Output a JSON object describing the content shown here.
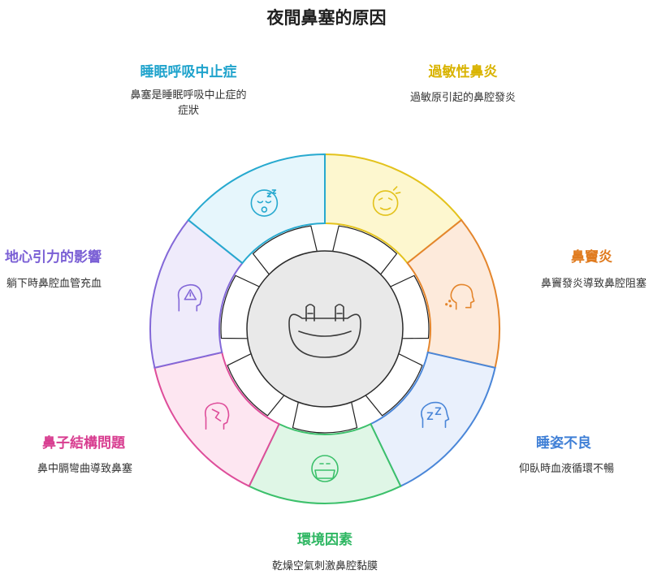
{
  "title": "夜間鼻塞的原因",
  "center_icon": "stuffy-nose-icon",
  "segments": [
    {
      "key": "allergy",
      "label": "過敏性鼻炎",
      "description": "過敏原引起的鼻腔發炎",
      "color": "#e3c21c",
      "fill": "#fdf7cf",
      "icon": "sneezing-face-icon"
    },
    {
      "key": "sinusitis",
      "label": "鼻竇炎",
      "description": "鼻竇發炎導致鼻腔阻塞",
      "color": "#e4862d",
      "fill": "#fdeadb",
      "icon": "nose-inflammation-icon"
    },
    {
      "key": "posture",
      "label": "睡姿不良",
      "description": "仰臥時血液循環不暢",
      "color": "#4a86d8",
      "fill": "#e9f0fc",
      "icon": "sleep-head-icon"
    },
    {
      "key": "environment",
      "label": "環境因素",
      "description": "乾燥空氣刺激鼻腔黏膜",
      "color": "#3cc06b",
      "fill": "#dff6e6",
      "icon": "masked-face-icon"
    },
    {
      "key": "structure",
      "label": "鼻子結構問題",
      "description": "鼻中膈彎曲導致鼻塞",
      "color": "#de4d9a",
      "fill": "#fde6f1",
      "icon": "head-structure-icon"
    },
    {
      "key": "gravity",
      "label": "地心引力的影響",
      "description": "躺下時鼻腔血管充血",
      "color": "#8368d8",
      "fill": "#efebfb",
      "icon": "head-alert-icon"
    },
    {
      "key": "apnea",
      "label": "睡眠呼吸中止症",
      "description": "鼻塞是睡眠呼吸中止症的症狀",
      "color": "#27a9cf",
      "fill": "#e6f6fc",
      "icon": "sleeping-face-icon"
    }
  ]
}
